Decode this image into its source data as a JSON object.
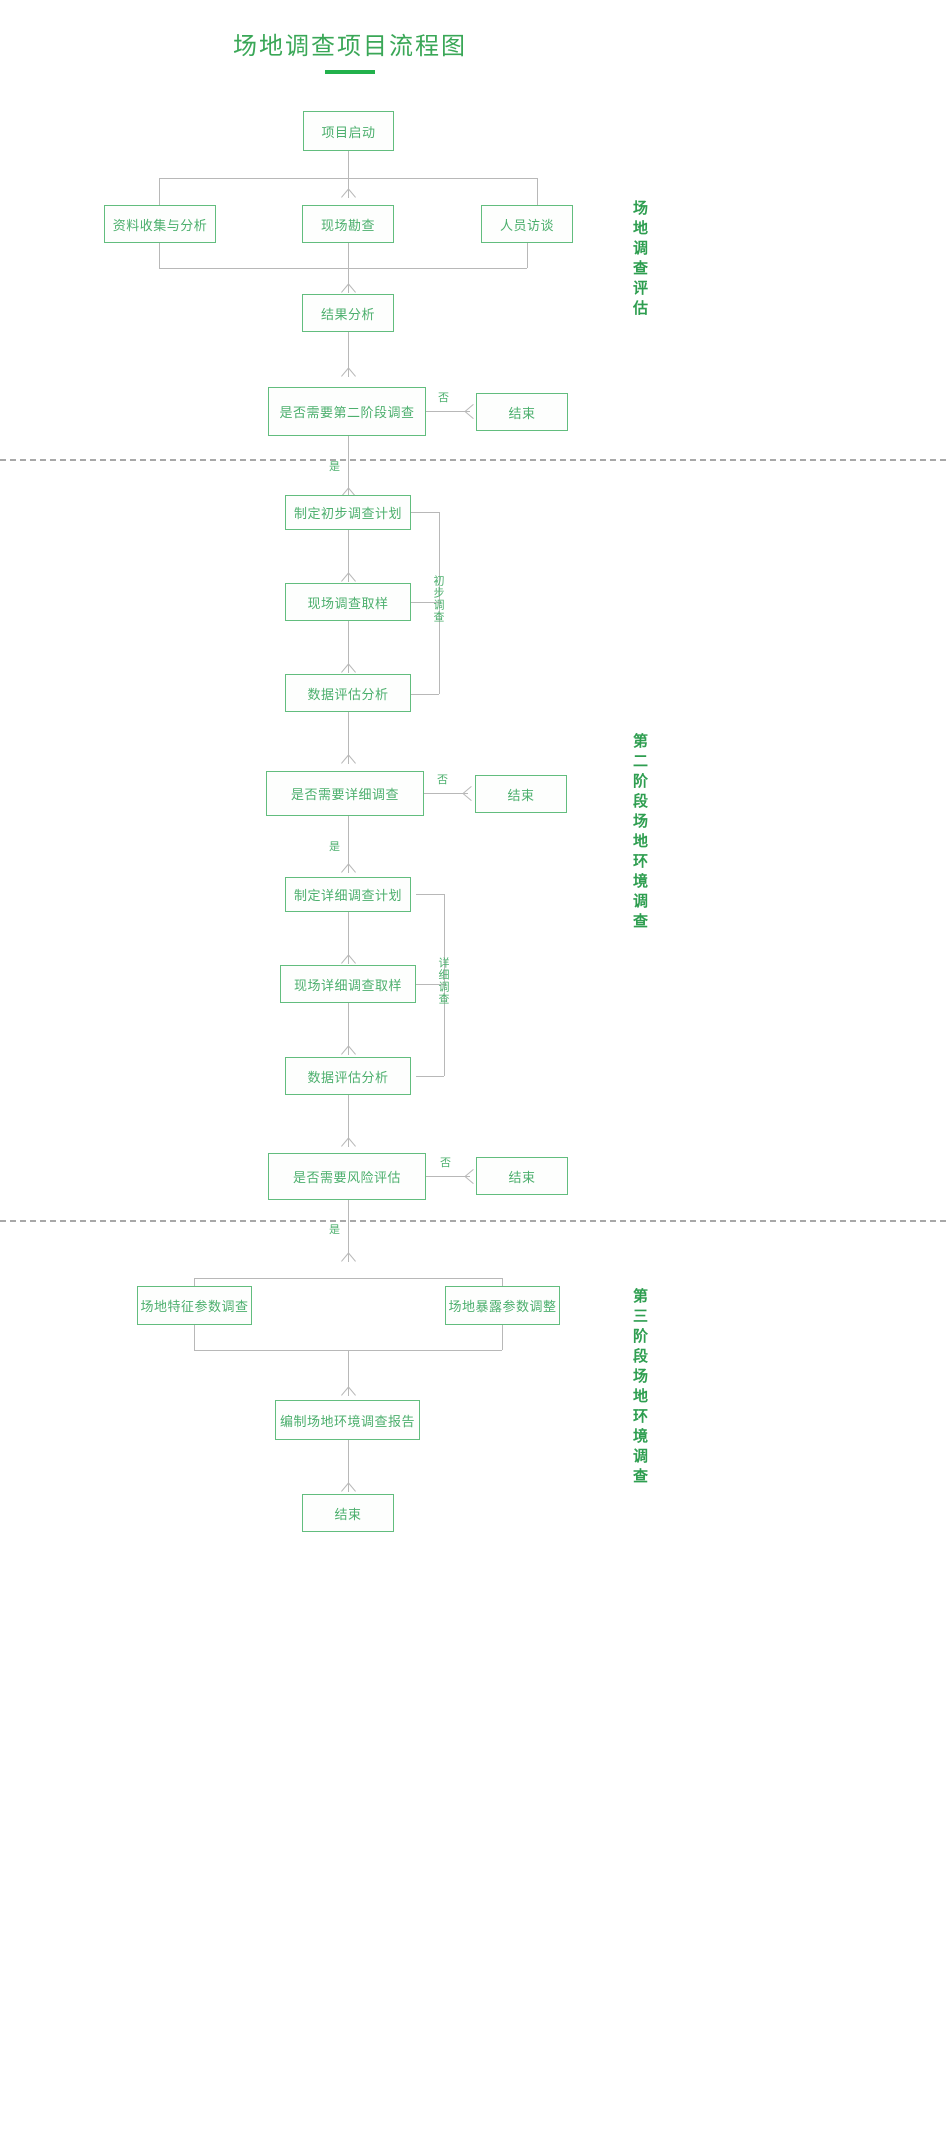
{
  "title": "场地调查项目流程图",
  "phases": [
    {
      "id": "phase-1",
      "label": "场地调查评估"
    },
    {
      "id": "phase-2",
      "label": "第二阶段场地环境调查"
    },
    {
      "id": "phase-3",
      "label": "第三阶段场地环境调查"
    }
  ],
  "edge_labels": {
    "no_1": "否",
    "yes_1": "是",
    "no_2": "否",
    "yes_2": "是",
    "no_3": "否",
    "yes_3": "是"
  },
  "group_labels": {
    "preliminary": "初步调查",
    "detailed": "详细调查"
  },
  "nodes": {
    "start": "项目启动",
    "data_collection": "资料收集与分析",
    "site_recon": "现场勘查",
    "interviews": "人员访谈",
    "result_analysis": "结果分析",
    "decision_phase2": "是否需要第二阶段调查",
    "end_1": "结束",
    "plan_preliminary": "制定初步调查计划",
    "sampling_preliminary": "现场调查取样",
    "data_eval_preliminary": "数据评估分析",
    "decision_detailed": "是否需要详细调查",
    "end_2": "结束",
    "plan_detailed": "制定详细调查计划",
    "sampling_detailed": "现场详细调查取样",
    "data_eval_detailed": "数据评估分析",
    "decision_risk": "是否需要风险评估",
    "end_3": "结束",
    "site_feature_params": "场地特征参数调查",
    "site_exposure_params": "场地暴露参数调整",
    "report": "编制场地环境调查报告",
    "end_final": "结束"
  },
  "colors": {
    "accent": "#3aa757",
    "rule": "#22b14c",
    "box_border": "#62bd7e",
    "box_text": "#4caf6d",
    "connector": "#b8b8b8",
    "phase_title": "#2e9e50",
    "separator": "#a8a8a8"
  }
}
